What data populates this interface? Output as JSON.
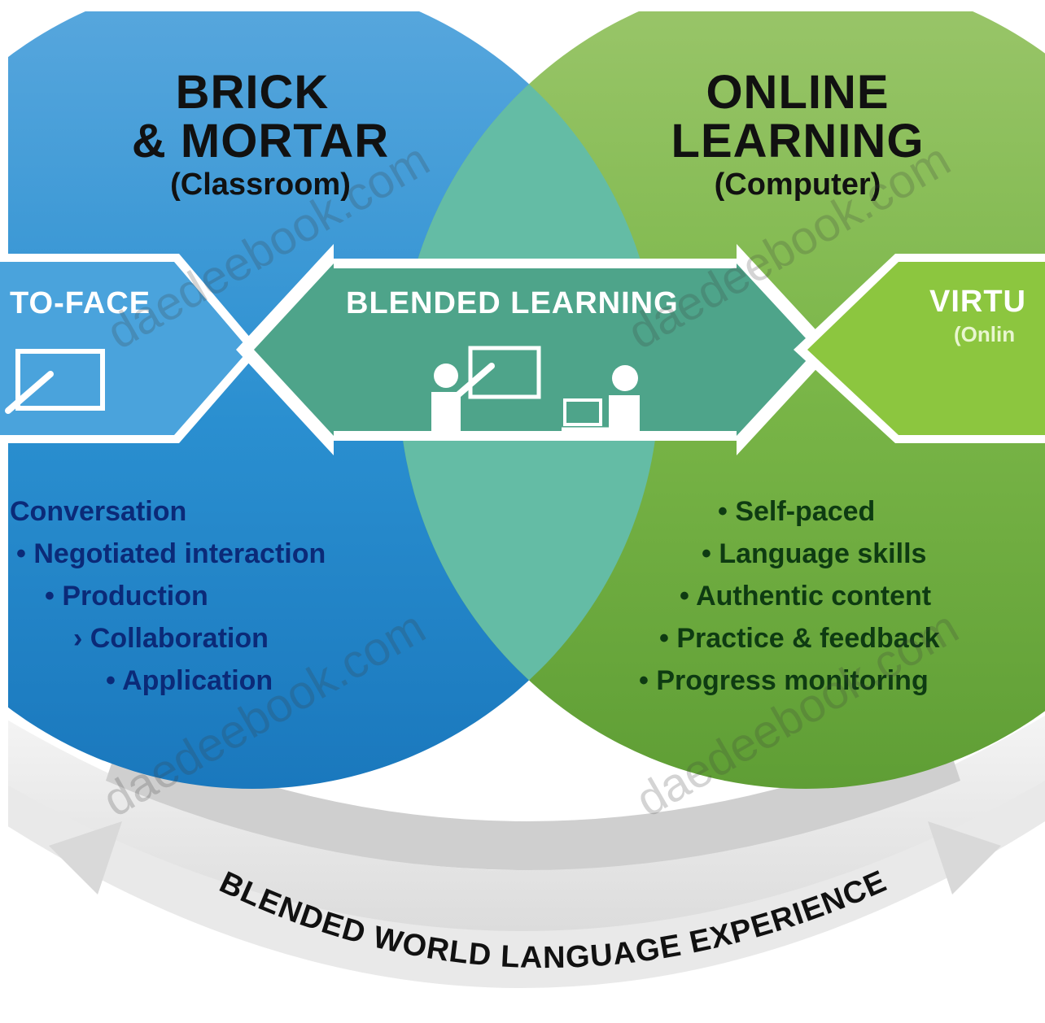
{
  "left_circle": {
    "title_line1": "BRICK",
    "title_line2": "& MORTAR",
    "subtitle": "(Classroom)",
    "band_label": "TO-FACE",
    "items": [
      "Conversation",
      "• Negotiated interaction",
      "• Production",
      "› Collaboration",
      "• Application"
    ]
  },
  "right_circle": {
    "title_line1": "ONLINE",
    "title_line2": "LEARNING",
    "subtitle": "(Computer)",
    "band_label": "VIRTU",
    "band_sublabel": "(Onlin",
    "items": [
      "• Self-paced",
      "• Language skills",
      "• Authentic content",
      "• Practice & feedback",
      "• Progress monitoring"
    ]
  },
  "center": {
    "band_label": "BLENDED LEARNING"
  },
  "footer": {
    "arc_label": "BLENDED WORLD LANGUAGE EXPERIENCE"
  },
  "watermark": {
    "text_a": "daedeebook.com",
    "text_b": "daedeebook.com",
    "text_c": "daedeebook.com",
    "text_d": "daedeebook.com"
  },
  "colors": {
    "left_blue": "#2f93d2",
    "right_green": "#7ab648",
    "overlap_teal": "#64bca5",
    "center_band": "#4ea48a",
    "left_band": "#3f9ad6",
    "right_band": "#8cc63f"
  },
  "icons": [
    "whiteboard-icon",
    "teacher-icon",
    "student-laptop-icon"
  ]
}
